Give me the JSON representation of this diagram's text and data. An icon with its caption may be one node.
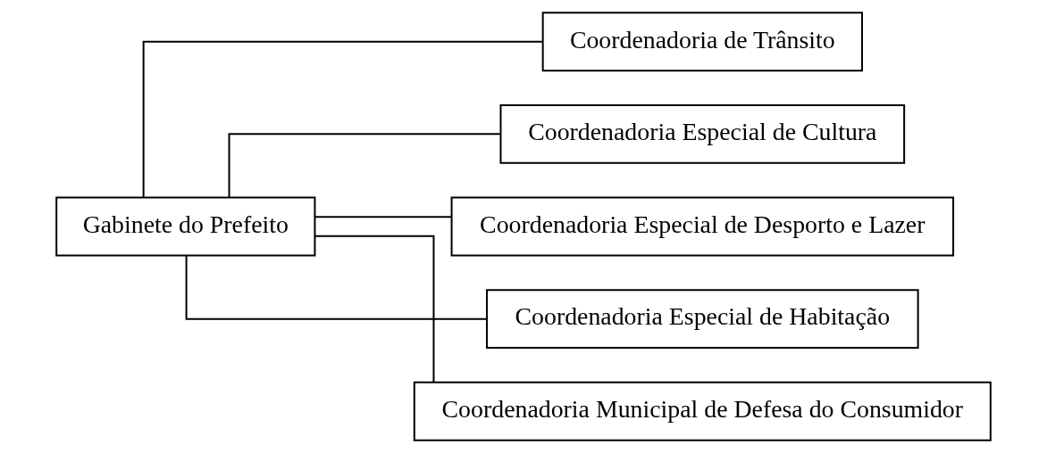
{
  "diagram": {
    "nodes": [
      {
        "text": [
          "Gabinete do Prefeito"
        ]
      },
      {
        "text": [
          "Coordenadoria de Trânsito"
        ]
      },
      {
        "text": [
          "Coordenadoria Especial de Cultura"
        ]
      },
      {
        "text": [
          "Coordenadoria Especial de Desporto e Lazer"
        ]
      },
      {
        "text": [
          "Coordenadoria Especial de Habitação"
        ]
      },
      {
        "text": [
          "Coordenadoria Municipal de Defesa do Consumidor"
        ]
      }
    ],
    "edges": [
      {
        "from": 0,
        "to": 1,
        "arrow": "none"
      },
      {
        "from": 0,
        "to": 2,
        "arrow": "none"
      },
      {
        "from": 0,
        "to": 3,
        "arrow": "none"
      },
      {
        "from": 0,
        "to": 4,
        "arrow": "none"
      },
      {
        "from": 0,
        "to": 5,
        "arrow": "none"
      }
    ]
  }
}
